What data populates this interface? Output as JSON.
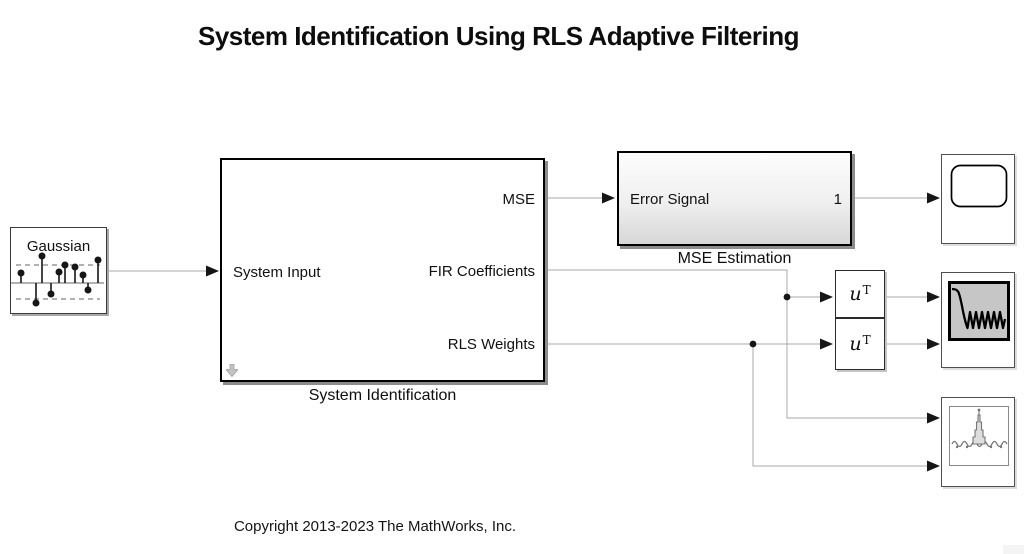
{
  "title": "System Identification Using RLS Adaptive Filtering",
  "copyright": "Copyright 2013-2023 The MathWorks, Inc.",
  "colors": {
    "background": "#ffffff",
    "wire": "#a9a9a9",
    "arrowhead": "#151515",
    "block_border": "#000000",
    "mse_gradient_bottom": "#d7d7d7",
    "filter_icon_fill": "#c6c6c6",
    "icon_gray_stroke": "#757575",
    "link_badge": "#c2c2c2"
  },
  "blocks": {
    "gaussian_source": {
      "label": "Gaussian",
      "icon": "gaussian-noise-stem-icon"
    },
    "system_identification": {
      "name": "System Identification",
      "input_port": "System Input",
      "output_ports": {
        "mse": "MSE",
        "fir": "FIR Coefficients",
        "rls": "RLS Weights"
      },
      "badge_icon": "subsystem-link-down-arrow-icon"
    },
    "mse_estimation": {
      "name": "MSE Estimation",
      "input_port": "Error Signal",
      "output_port": "1"
    },
    "transpose_top": {
      "base": "u",
      "superscript": "T"
    },
    "transpose_bottom": {
      "base": "u",
      "superscript": "T"
    },
    "error_scope": {
      "icon": "scope-screen-icon"
    },
    "filter_visualization": {
      "icon": "lowpass-magnitude-response-icon"
    },
    "coefficients_plot": {
      "icon": "sinc-spectrum-plot-icon"
    }
  }
}
